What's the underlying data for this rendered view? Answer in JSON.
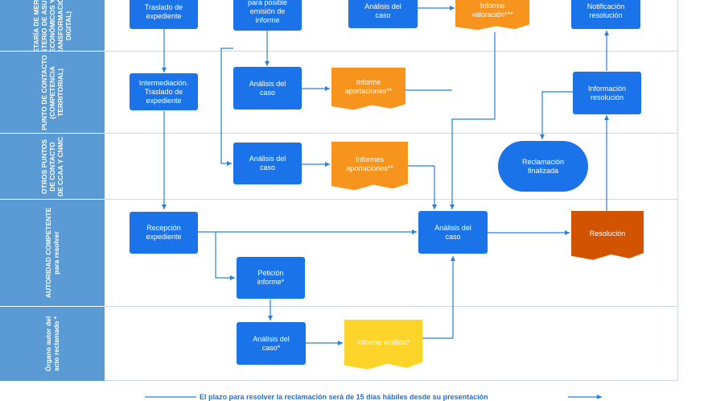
{
  "lanes": {
    "secretaria": "SECRETARÍA DE MERCADO\n(MINISTERIO DE ASUNTOS\nECONÓMICOS Y\nTRANSFORMACIÓN\nDIGITAL)",
    "punto": "PUNTO DE CONTACTO\n(COMPETENCIA\nTERRITORIAL)",
    "otros": "OTROS PUNTOS\nDE CONTACTO\nDE CCAA Y CNMC",
    "autoridad": "AUTORIDAD COMPETENTE\npara resolver",
    "organo": "Órgano autor del\nacto reclamado *"
  },
  "nodes": {
    "traslado": "Traslado de\nexpediente",
    "posible_emision": "para posible\nemisión de\ninforme",
    "analisis_sec": "Análisis del\ncaso",
    "informe_valoracion": "Informe\nvaloración***",
    "notificacion": "Notificación\nresolución",
    "intermediacion": "Intermediación.\nTraslado de\nexpediente",
    "analisis_pc": "Análisis del\ncaso",
    "informe_aportaciones": "Informe\naportaciones**",
    "informacion_resolucion": "Información\nresolución",
    "analisis_otros": "Análisis del\ncaso",
    "informes_aportaciones": "Informes\naportaciones**",
    "reclamacion_finalizada": "Reclamación\nfinalizada",
    "recepcion": "Recepción\nexpediente",
    "analisis_aut": "Análisis del\ncaso",
    "resolucion": "Resolución",
    "peticion": "Petición\ninforme*",
    "analisis_org": "Análisis del\ncaso*",
    "informe_emitido": "Informe emitido*"
  },
  "footer": "El plazo para resolver la reclamación será de 15 días hábiles desde su presentación",
  "colors": {
    "lane": "#5b9bd5",
    "process": "#1a73e8",
    "document_orange": "#f7941d",
    "document_yellow": "#ffd42a",
    "document_red": "#d35400",
    "connector": "#2a7fdc"
  }
}
